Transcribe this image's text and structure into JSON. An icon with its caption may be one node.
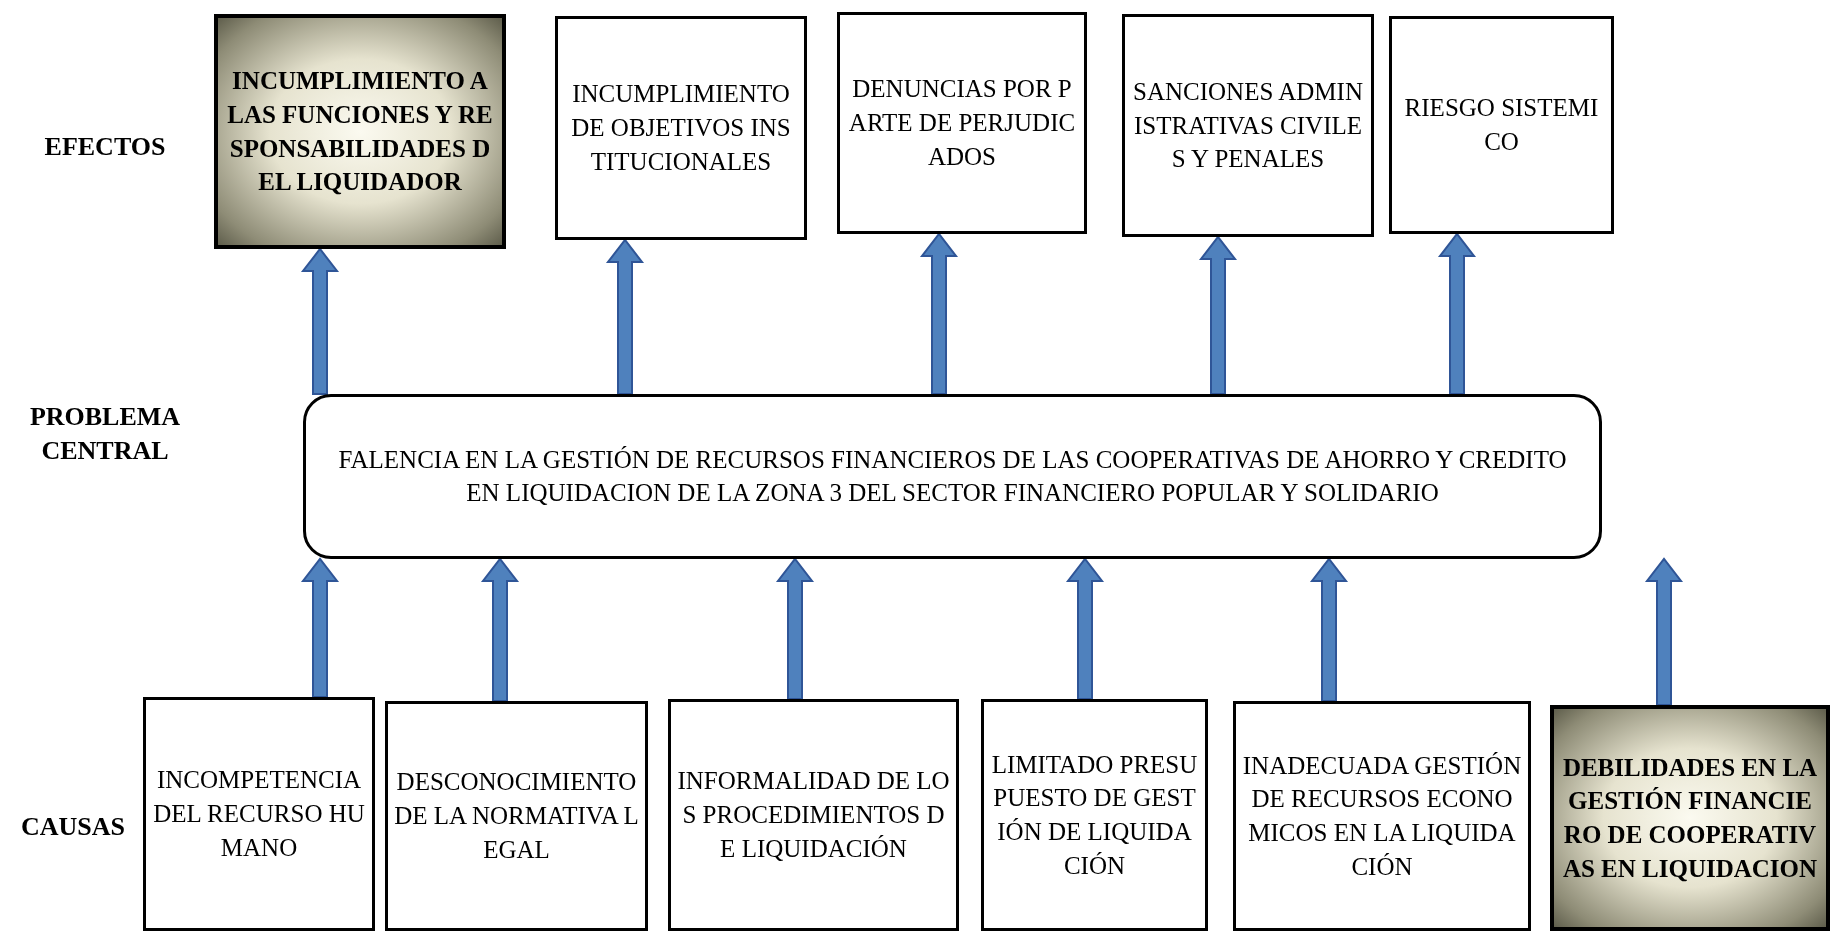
{
  "diagram": {
    "nodes": [
      {
        "text": [
          "INCUMPLIMIENTO A LAS FUNCIONES Y RESPONSABILIDADES DEL LIQUIDADOR"
        ]
      },
      {
        "text": [
          "INCUMPLIMIENTO DE OBJETIVOS INSTITUCIONALES"
        ]
      },
      {
        "text": [
          "DENUNCIAS POR PARTE DE PERJUDICADOS"
        ]
      },
      {
        "text": [
          "SANCIONES ADMINISTRATIVAS CIVILES Y PENALES"
        ]
      },
      {
        "text": [
          "RIESGO SISTEMICO"
        ]
      },
      {
        "text": [
          "FALENCIA EN LA GESTIÓN DE RECURSOS FINANCIEROS DE LAS COOPERATIVAS DE AHORRO Y CREDITO EN LIQUIDACION DE LA ZONA 3 DEL SECTOR FINANCIERO POPULAR Y SOLIDARIO"
        ]
      },
      {
        "text": [
          "INCOMPETENCIA DEL RECURSO HUMANO"
        ]
      },
      {
        "text": [
          "DESCONOCIMIENTO DE LA NORMATIVA LEGAL"
        ]
      },
      {
        "text": [
          "INFORMALIDAD DE LOS PROCEDIMIENTOS DE LIQUIDACIÓN"
        ]
      },
      {
        "text": [
          "LIMITADO PRESUPUESTO DE GESTIÓN DE LIQUIDACIÓN"
        ]
      },
      {
        "text": [
          "INADECUADA GESTIÓN DE RECURSOS ECONOMICOS EN LA LIQUIDACIÓN"
        ]
      },
      {
        "text": [
          "DEBILIDADES EN LA GESTIÓN FINANCIERO DE COOPERATIVAS EN LIQUIDACION"
        ]
      }
    ],
    "edges": [
      {
        "from": 5,
        "to": 0,
        "arrow": "to"
      },
      {
        "from": 5,
        "to": 1,
        "arrow": "to"
      },
      {
        "from": 5,
        "to": 2,
        "arrow": "to"
      },
      {
        "from": 5,
        "to": 3,
        "arrow": "to"
      },
      {
        "from": 5,
        "to": 4,
        "arrow": "to"
      },
      {
        "from": 6,
        "to": 5,
        "arrow": "to"
      },
      {
        "from": 7,
        "to": 5,
        "arrow": "to"
      },
      {
        "from": 8,
        "to": 5,
        "arrow": "to"
      },
      {
        "from": 9,
        "to": 5,
        "arrow": "to"
      },
      {
        "from": 10,
        "to": 5,
        "arrow": "to"
      },
      {
        "from": 11,
        "to": 5,
        "arrow": "to"
      }
    ],
    "labels": [
      "EFECTOS",
      "PROBLEMA CENTRAL",
      "CAUSAS"
    ]
  }
}
